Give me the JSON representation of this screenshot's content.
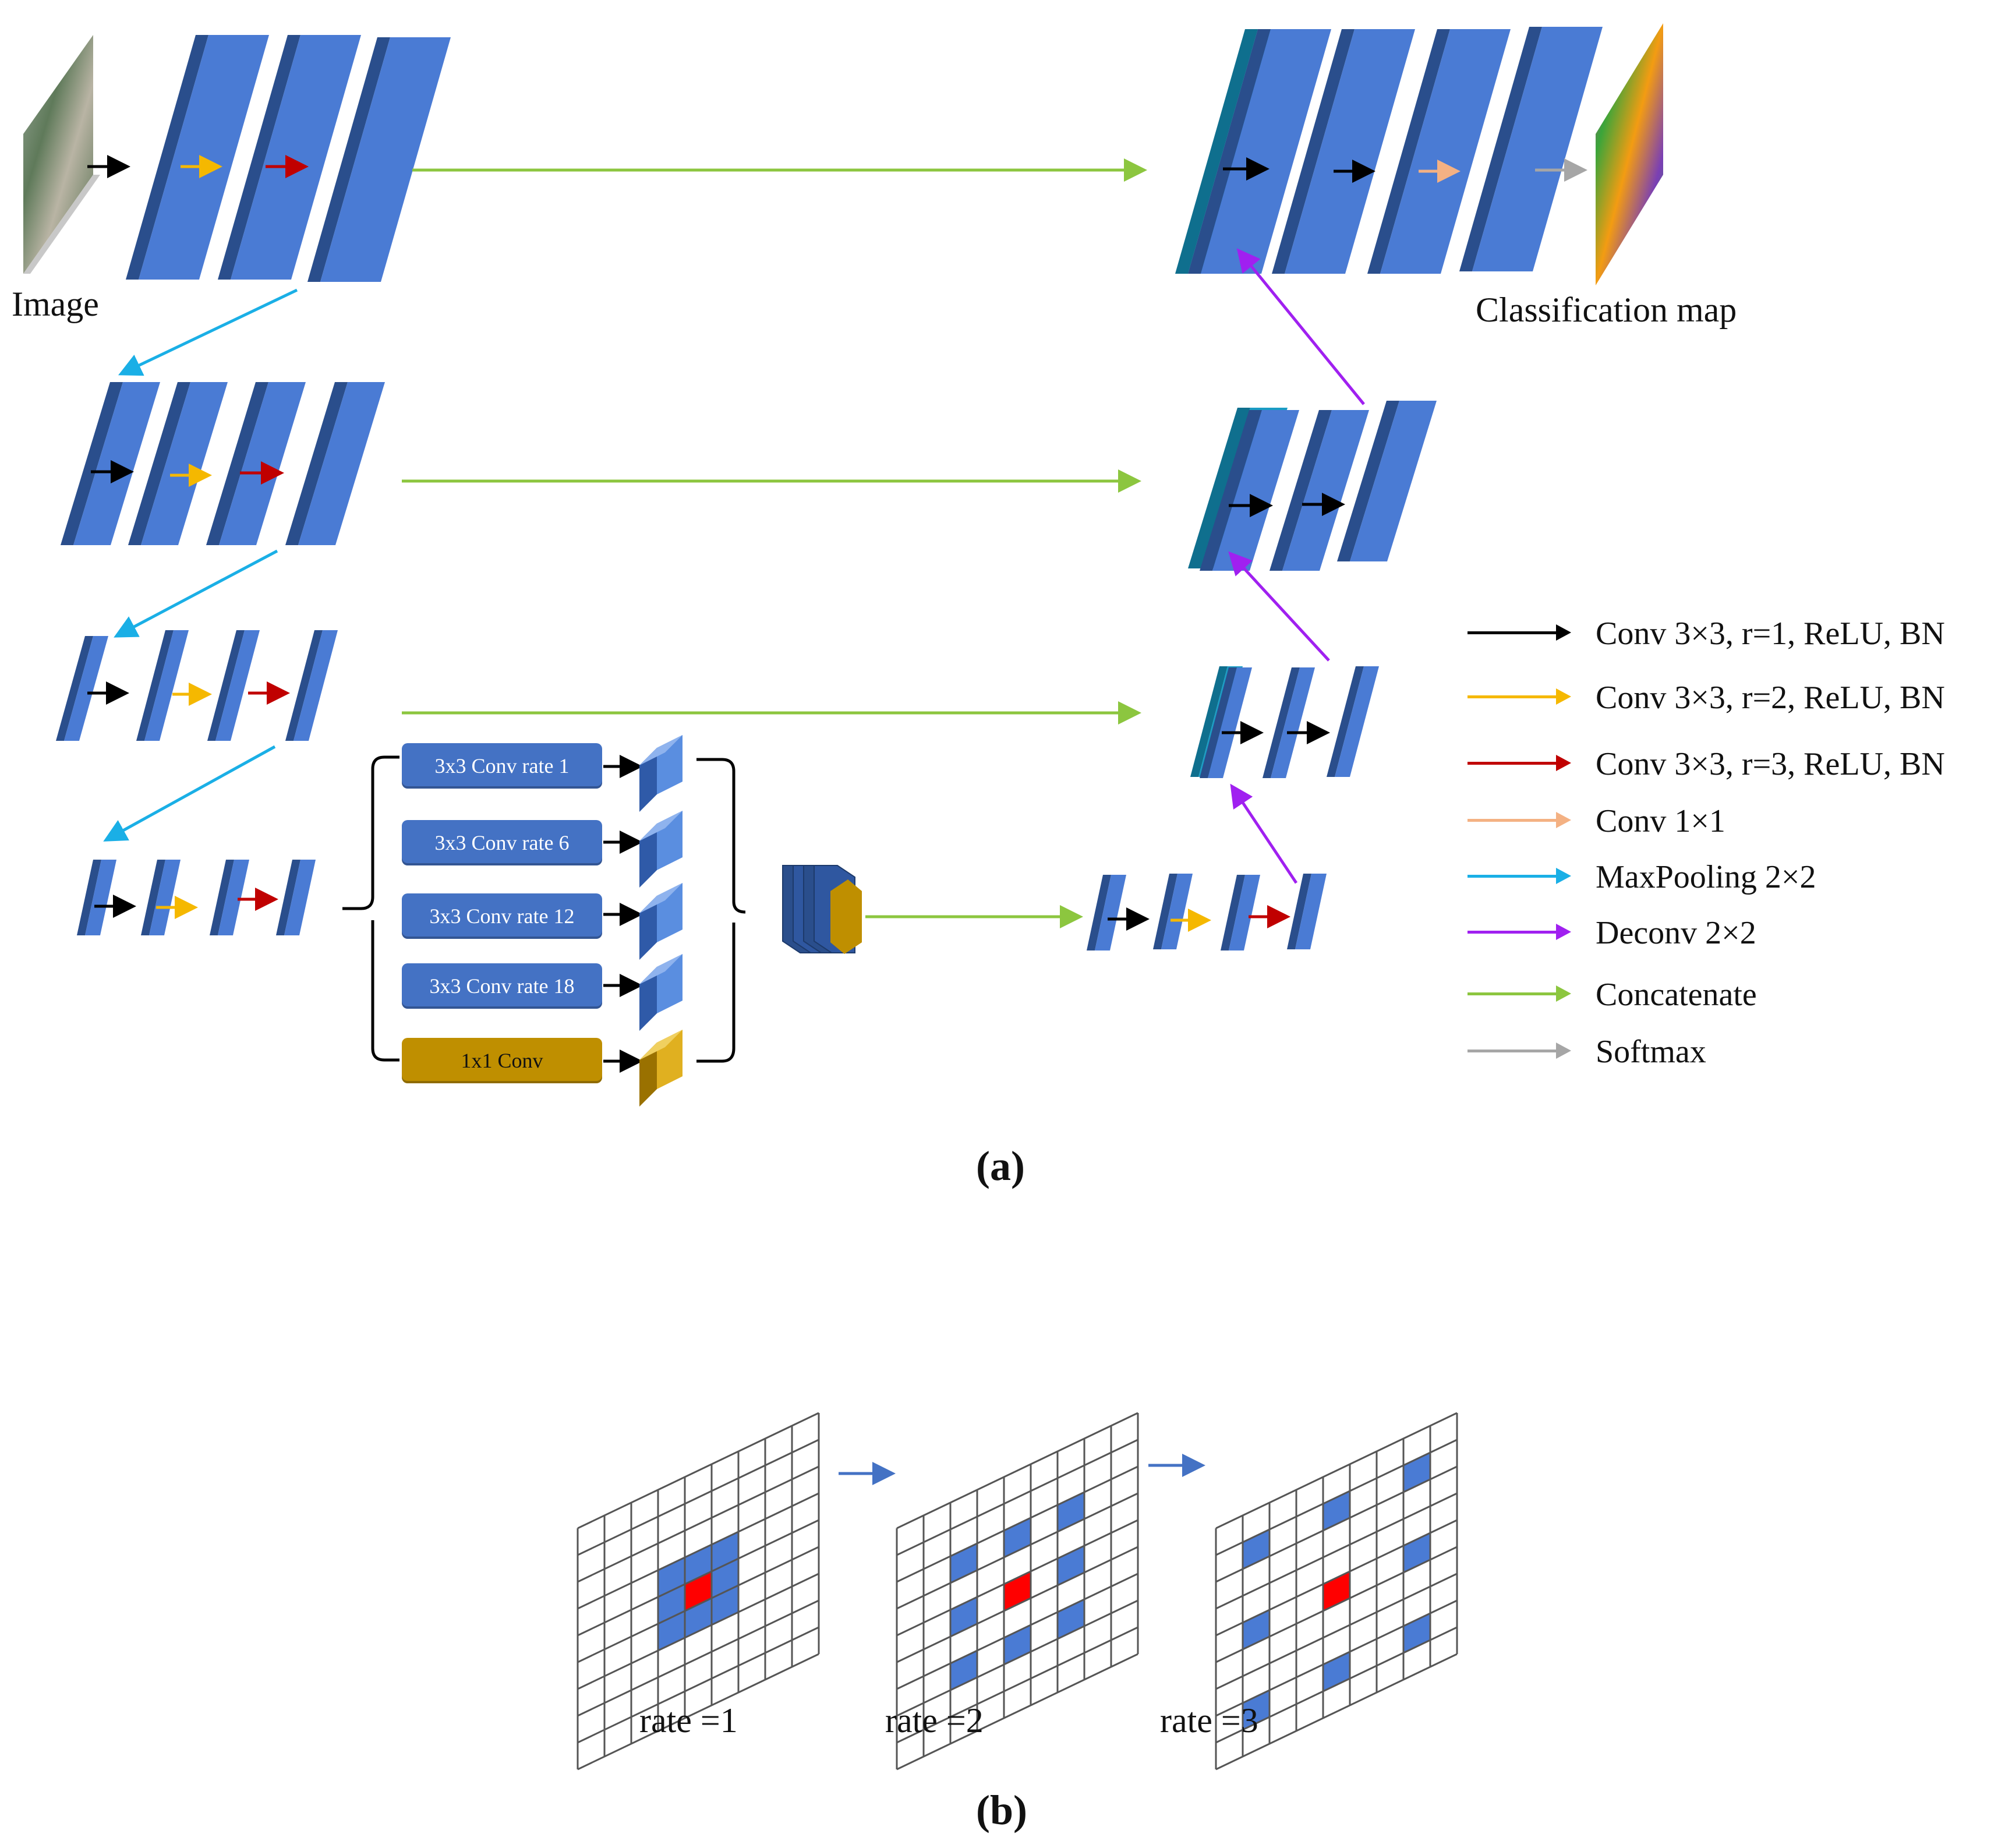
{
  "figure_a": {
    "input_label": "Image",
    "output_label": "Classification map",
    "caption": "(a)",
    "aspp": {
      "branches": [
        "3x3 Conv rate 1",
        "3x3 Conv rate 6",
        "3x3 Conv rate 12",
        "3x3 Conv rate 18",
        "1x1 Conv"
      ]
    },
    "legend": [
      {
        "label": "Conv 3×3, r=1, ReLU, BN",
        "color": "#000000"
      },
      {
        "label": "Conv 3×3, r=2, ReLU, BN",
        "color": "#F5B800"
      },
      {
        "label": "Conv 3×3, r=3, ReLU, BN",
        "color": "#C00000"
      },
      {
        "label": "Conv 1×1",
        "color": "#F4B183"
      },
      {
        "label": "MaxPooling 2×2",
        "color": "#1AAFE6"
      },
      {
        "label": "Deconv 2×2",
        "color": "#A020F0"
      },
      {
        "label": "Concatenate",
        "color": "#8CC63F"
      },
      {
        "label": "Softmax",
        "color": "#A6A6A6"
      }
    ]
  },
  "figure_b": {
    "rate_labels": [
      "rate =1",
      "rate =2",
      "rate =3"
    ],
    "caption": "(b)"
  },
  "colors": {
    "layer_face": "#4A7BD4",
    "layer_side": "#2A4E8C",
    "concat_face": "#1A9CC4",
    "aspp_blue": "#4472C4",
    "aspp_gold": "#BF8F00",
    "kernel_blue": "#4A7BD4",
    "center_red": "#FF0000"
  }
}
